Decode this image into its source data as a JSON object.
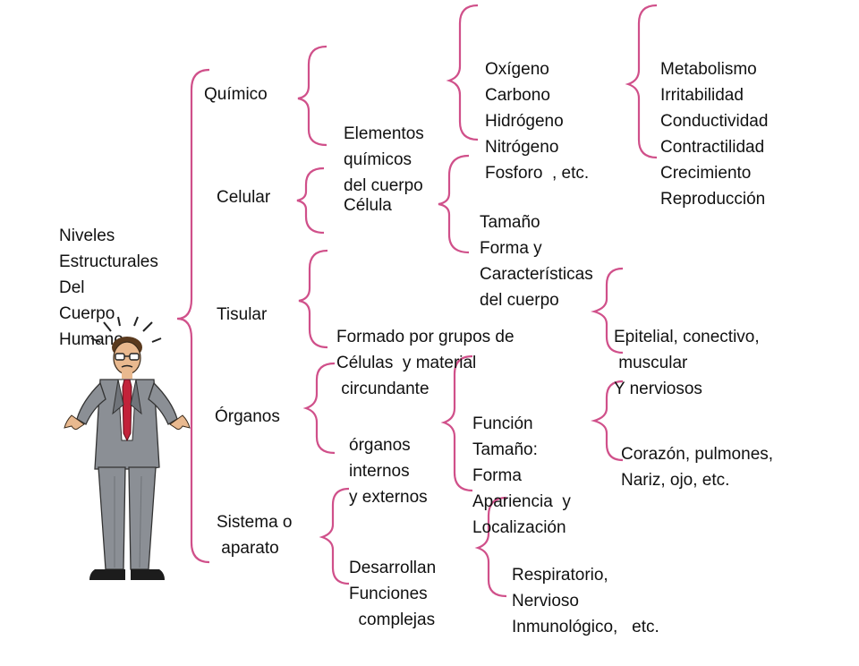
{
  "root": {
    "lines": [
      "Niveles",
      "Estructurales",
      "Del",
      "Cuerpo",
      "Humano"
    ]
  },
  "levels": [
    {
      "label": [
        "Químico"
      ],
      "second": [
        "Elementos",
        "químicos",
        "del cuerpo"
      ],
      "third": [
        "Oxígeno",
        "Carbono",
        "Hidrógeno",
        "Nitrógeno",
        "Fosforo  , etc."
      ],
      "fourth": [
        "Metabolismo",
        "Irritabilidad",
        "Conductividad",
        "Contractilidad",
        "Crecimiento",
        "Reproducción"
      ]
    },
    {
      "label": [
        "Celular"
      ],
      "second": [
        "Célula"
      ],
      "third": [
        "Tamaño",
        "Forma y",
        "Características",
        "del cuerpo"
      ]
    },
    {
      "label": [
        "Tisular"
      ],
      "second": [
        "Formado por grupos de",
        "Células  y material",
        " circundante"
      ],
      "third": [
        "Epitelial, conectivo,",
        " muscular",
        "Y nerviosos"
      ]
    },
    {
      "label": [
        "Órganos"
      ],
      "second": [
        "órganos",
        "internos",
        "y externos"
      ],
      "third": [
        "Función",
        "Tamaño:",
        "Forma",
        "Apariencia  y",
        "Localización"
      ],
      "fourth": [
        "Corazón, pulmones,",
        "Nariz, ojo, etc."
      ]
    },
    {
      "label": [
        "Sistema o",
        " aparato"
      ],
      "second": [
        "Desarrollan",
        "Funciones",
        "  complejas"
      ],
      "third": [
        "Respiratorio,",
        "Nervioso",
        "Inmunológico,   etc."
      ]
    }
  ],
  "colors": {
    "bracket": "#d0508a",
    "text": "#111111"
  },
  "illustration": {
    "icon": "confused-businessman-icon"
  }
}
